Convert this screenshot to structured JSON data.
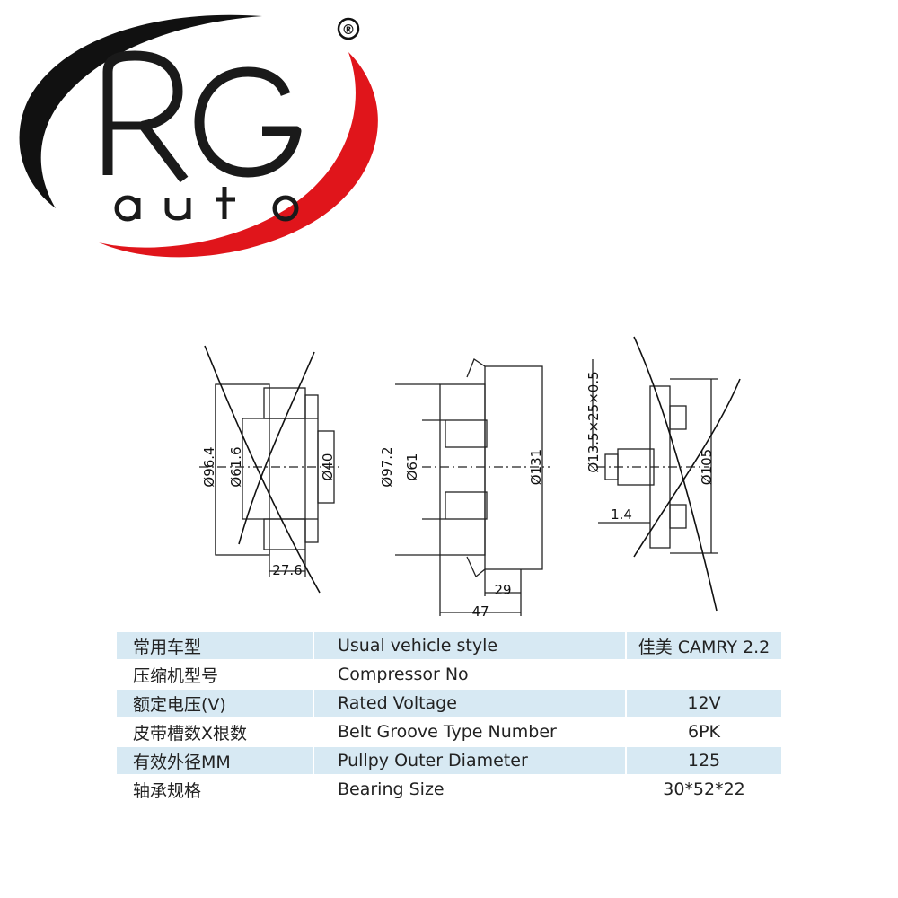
{
  "brand": {
    "logo_text": "RG auto",
    "registered_mark": "®",
    "colors": {
      "swoosh_dark": "#111111",
      "swoosh_red": "#e0151b",
      "letters": "#1a1a1a"
    }
  },
  "drawing": {
    "dims_left": [
      "Ø96.4",
      "Ø61.6",
      "Ø40",
      "27.6"
    ],
    "dims_middle": [
      "Ø97.2",
      "Ø61",
      "Ø131",
      "29",
      "47"
    ],
    "dims_right": [
      "Ø13.5×25×0.5",
      "Ø105",
      "1.4"
    ]
  },
  "spec_table": {
    "rows": [
      {
        "cn": "常用车型",
        "en": "Usual vehicle style",
        "value": "佳美 CAMRY 2.2"
      },
      {
        "cn": "压缩机型号",
        "en": "Compressor No",
        "value": ""
      },
      {
        "cn": "额定电压(V)",
        "en": "Rated Voltage",
        "value": "12V"
      },
      {
        "cn": "皮带槽数X根数",
        "en": "Belt Groove Type Number",
        "value": "6PK"
      },
      {
        "cn": "有效外径MM",
        "en": "Pullpy Outer Diameter",
        "value": "125"
      },
      {
        "cn": "轴承规格",
        "en": "Bearing Size",
        "value": "30*52*22"
      }
    ],
    "stripe_color": "#d7e9f3"
  }
}
